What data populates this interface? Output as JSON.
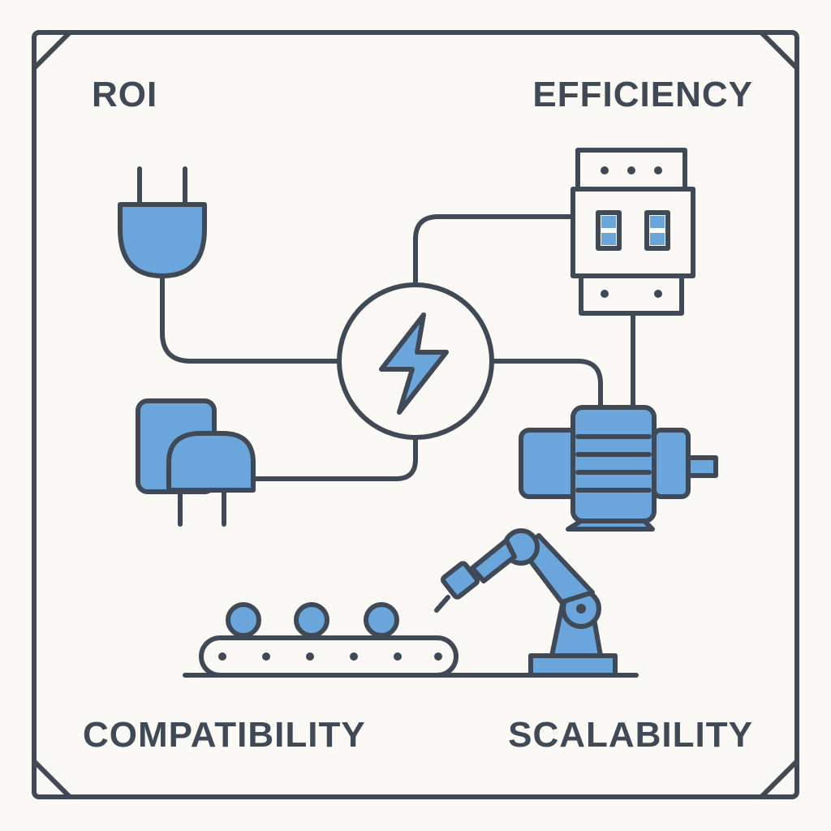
{
  "labels": {
    "top_left": "ROI",
    "top_right": "EFFICIENCY",
    "bottom_left": "COMPATIBILITY",
    "bottom_right": "SCALABILITY"
  },
  "icons": [
    "plug-icon",
    "lightning-hub-icon",
    "circuit-breaker-icon",
    "power-adapter-icon",
    "electric-motor-icon",
    "conveyor-belt-icon",
    "robot-arm-icon"
  ],
  "colors": {
    "background": "#faf9f5",
    "line": "#404a56",
    "accent": "#6aa6dc"
  }
}
